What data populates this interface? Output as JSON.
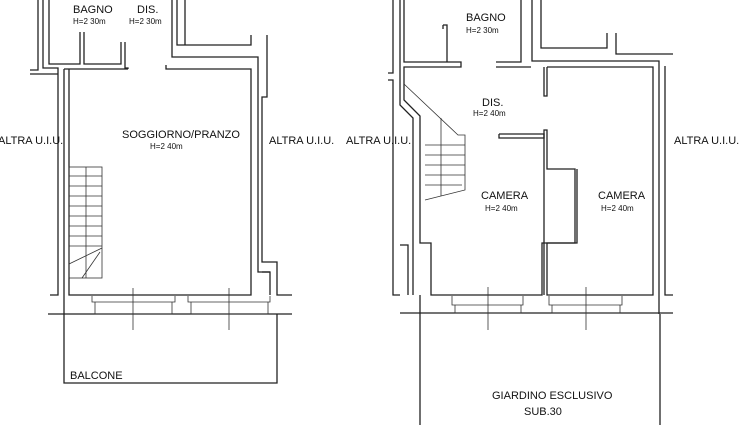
{
  "left_plan": {
    "rooms": [
      {
        "name": "BAGNO",
        "height": "H=2 30m"
      },
      {
        "name": "DIS.",
        "height": "H=2 30m"
      },
      {
        "name": "SOGGIORNO/PRANZO",
        "height": "H=2 40m"
      }
    ],
    "balcony": "BALCONE",
    "neighbor_left": "ALTRA U.I.U.",
    "neighbor_right": "ALTRA U.I.U."
  },
  "right_plan": {
    "rooms": [
      {
        "name": "BAGNO",
        "height": "H=2 30m"
      },
      {
        "name": "DIS.",
        "height": "H=2 40m"
      },
      {
        "name": "CAMERA",
        "height": "H=2 40m"
      },
      {
        "name": "CAMERA",
        "height": "H=2 40m"
      }
    ],
    "garden": "GIARDINO ESCLUSIVO",
    "garden_sub": "SUB.30",
    "neighbor_left": "ALTRA U.I.U.",
    "neighbor_right": "ALTRA U.I.U."
  }
}
